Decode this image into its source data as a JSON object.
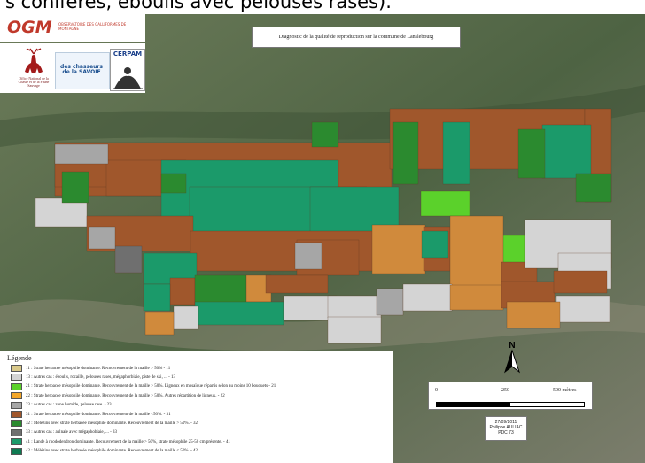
{
  "top_strip_text": "s conifères, éboulis avec pelouses rases).",
  "title": "Diagnostic de la qualité de reproduction sur la commune de Lanslebourg",
  "logos": {
    "ogm": "OGM",
    "ogm_subtitle": "OBSERVATOIRE DES GALLIFORMES DE MONTAGNE",
    "oncfs": "Office National de la Chasse et de la Faune Sauvage",
    "chasseurs": "des chasseurs de la SAVOIE",
    "cerpam": "CERPAM"
  },
  "legend": {
    "title": "Légende",
    "items": [
      {
        "color": "#d9c98a",
        "label": "11 : Strate herbacée mésophile dominante. Recouvrement de la maille > 50% - 11"
      },
      {
        "color": "#d4d4d4",
        "label": "13 : Autres cas : éboulis, rocaille, pelouses rases, mégaphorbiaie, piste de ski, ... - 13"
      },
      {
        "color": "#5bd12b",
        "label": "21 : Strate herbacée mésophile dominante. Recouvrement de la maille > 50%. Ligneux en mosaïque répartis selon au moins 10 bouquets - 21"
      },
      {
        "color": "#f2a62a",
        "label": "22 : Strate herbacée mésophile dominante. Recouvrement de la maille > 50%. Autres répartition de ligneux. - 22"
      },
      {
        "color": "#a6a6a6",
        "label": "23 : Autres cas : zone humide, pelouse rase. - 23"
      },
      {
        "color": "#a0572c",
        "label": "31 : Strate herbacée mésophile dominante. Recouvrement de la maille <50%. - 31"
      },
      {
        "color": "#2b8a2f",
        "label": "32 : Mélézins avec strate herbacée mésophile dominante. Recouvrement de la maille > 50%. - 32"
      },
      {
        "color": "#6f6f6f",
        "label": "33 : Autres cas : aulnaie avec mégaphobiaie, ... - 33"
      },
      {
        "color": "#1b9a6a",
        "label": "41 : Lande à rhododendron dominante. Recouvrement de la maille > 50%, strate mésophile 25-50 cm présente. - 41"
      },
      {
        "color": "#0f7a52",
        "label": "42 : Mélézins avec strate herbacée mésophile dominante. Recouvrement de la maille < 50%. - 42"
      }
    ]
  },
  "scale": {
    "zero": "0",
    "mid": "250",
    "end": "500 mètres"
  },
  "north_label": "N",
  "date_box": {
    "date": "27/09/2011",
    "author": "Philippe AULIAC",
    "org": "PDC 73"
  },
  "map_colors": {
    "brown": "#a0572c",
    "teal": "#1b9a6a",
    "green": "#2b8a2f",
    "lightgreen": "#5bd12b",
    "orange": "#d08a3c",
    "gray": "#a6a6a6",
    "lightgray": "#d4d4d4",
    "darkgray": "#6f6f6f"
  }
}
